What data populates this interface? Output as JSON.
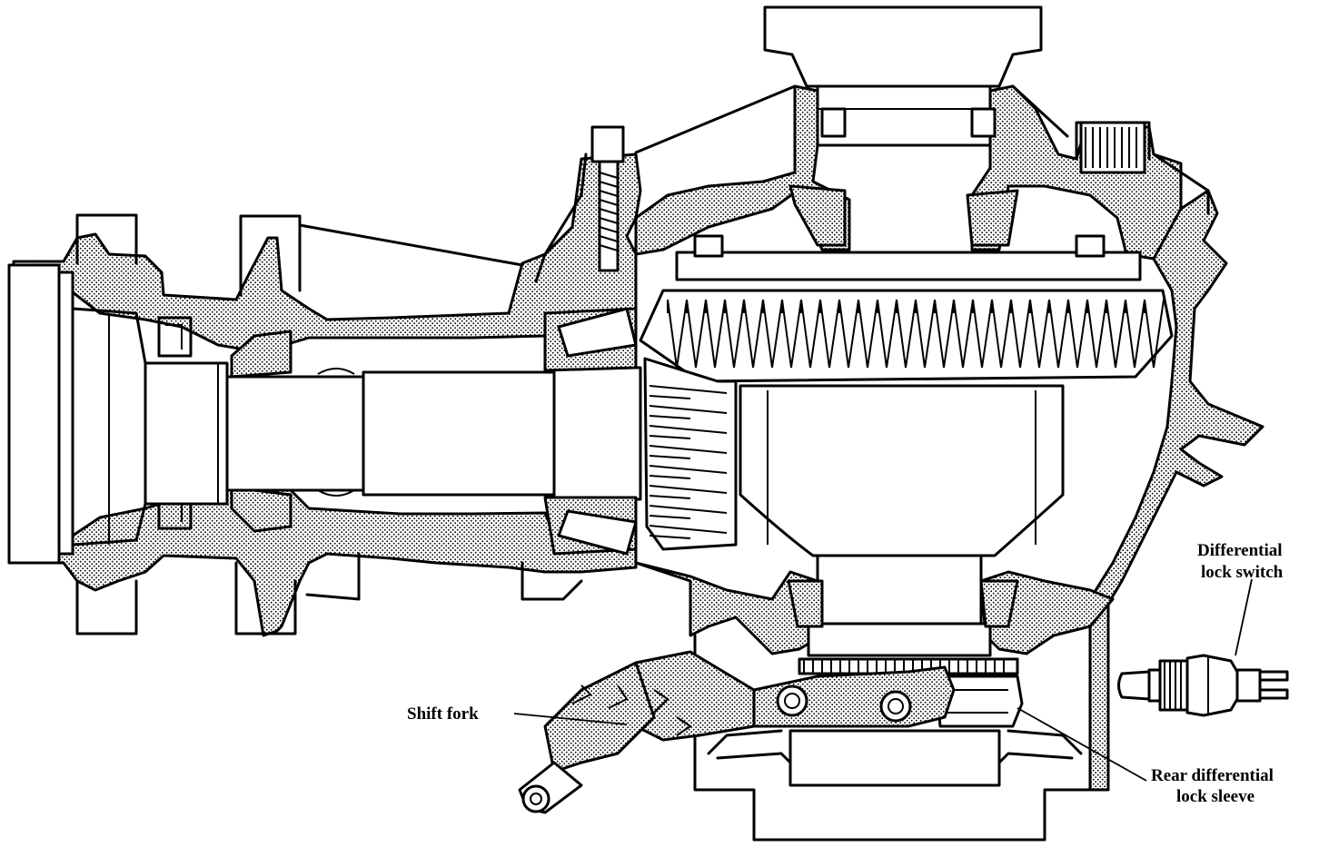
{
  "labels": {
    "diff_lock_switch_line1": "Differential",
    "diff_lock_switch_line2": "lock switch",
    "shift_fork": "Shift fork",
    "rear_sleeve_line1": "Rear differential",
    "rear_sleeve_line2": "lock sleeve"
  },
  "colors": {
    "ink": "#000000",
    "paper": "#ffffff"
  }
}
